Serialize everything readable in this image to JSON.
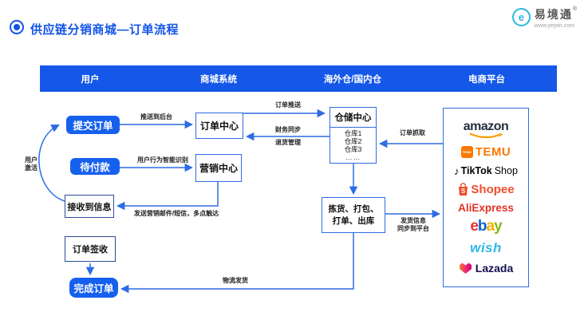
{
  "page": {
    "title": "供应链分销商城—订单流程",
    "logo": {
      "name": "易境通",
      "reg": "®",
      "url": "www.yejoin.com",
      "icon_letter": "e"
    }
  },
  "header": {
    "columns": [
      "用户",
      "商城系统",
      "海外仓/国内仓",
      "电商平台"
    ]
  },
  "nodes": {
    "submit_order": "提交订单",
    "pending_payment": "待付款",
    "receive_info": "接收到信息",
    "order_signed": "订单签收",
    "complete_order": "完成订单",
    "order_center": "订单中心",
    "marketing_center": "营销中心",
    "warehouse_center": "仓储中心",
    "warehouses": [
      "仓库1",
      "仓库2",
      "仓库3",
      "……"
    ],
    "picking": "拣货、打包、打单、出库"
  },
  "edges": {
    "push_backend": "推送到后台",
    "order_push": "订单推送",
    "finance_sync": "财务同步",
    "return_mgmt": "退货管理",
    "behavior_recognition": "用户行为智能识别",
    "marketing_mail": "发送营销邮件/短信，多点触达",
    "order_grab": "订单抓取",
    "shipping_sync_line1": "发货信息",
    "shipping_sync_line2": "同步到平台",
    "logistics_ship": "物流发货",
    "user_activate_line1": "用户",
    "user_activate_line2": "激活"
  },
  "platforms": {
    "amazon": "amazon",
    "temu": "TEMU",
    "temu_icon_text": "TEMU",
    "tiktok": "TikTok",
    "tiktok_shop": "Shop",
    "tiktok_note": "♪",
    "shopee": "Shopee",
    "shopee_icon_letter": "S",
    "aliexpress": "AliExpress",
    "ebay_letters": [
      {
        "ch": "e",
        "color": "#e53238"
      },
      {
        "ch": "b",
        "color": "#0064d2"
      },
      {
        "ch": "a",
        "color": "#f5af02"
      },
      {
        "ch": "y",
        "color": "#86b817"
      }
    ],
    "wish": "wish",
    "lazada": "Lazada"
  },
  "colors": {
    "primary_blue": "#1457e9",
    "node_blue": "#1660ee",
    "arrow_blue": "#2e6ce4",
    "navy_border": "#2c4a96",
    "title_blue": "#1254e8",
    "brand_cyan": "#2ab7d9",
    "amazon_dark": "#232f3e",
    "amazon_orange": "#ff9900",
    "temu_orange": "#fb7701",
    "shopee_orange": "#ee4d2d",
    "aliexpress_red": "#e43225",
    "wish_blue": "#2fb7ec",
    "lazada_navy": "#140f4f"
  }
}
